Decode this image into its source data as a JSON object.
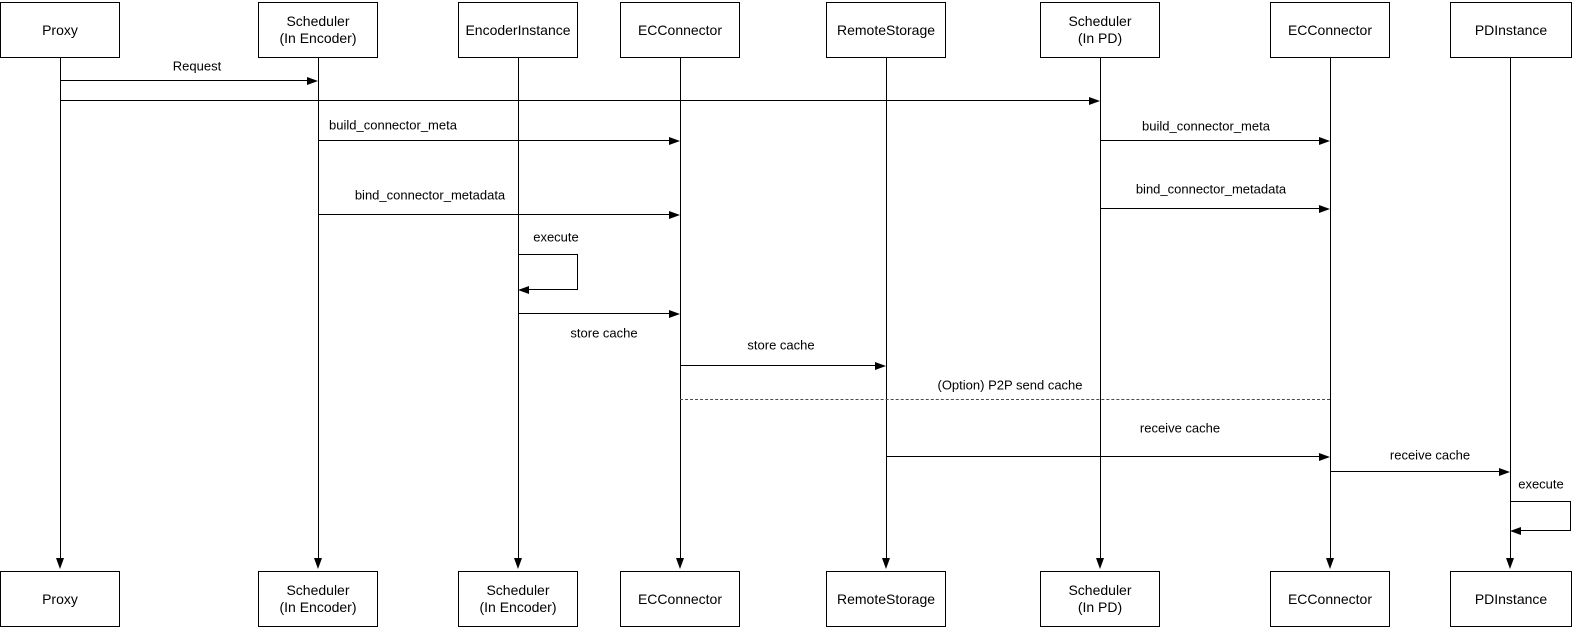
{
  "diagram": {
    "type": "sequence",
    "colors": {
      "background": "#ffffff",
      "line": "#000000",
      "box_fill": "#ffffff",
      "box_border": "#000000",
      "text": "#000000"
    },
    "participants": [
      {
        "id": "proxy",
        "top": {
          "line1": "Proxy"
        },
        "bottom": {
          "line1": "Proxy"
        }
      },
      {
        "id": "scheduler-encoder",
        "top": {
          "line1": "Scheduler",
          "line2": "(In Encoder)"
        },
        "bottom": {
          "line1": "Scheduler",
          "line2": "(In Encoder)"
        }
      },
      {
        "id": "encoder-instance",
        "top": {
          "line1": "EncoderInstance"
        },
        "bottom": {
          "line1": "Scheduler",
          "line2": "(In Encoder)"
        }
      },
      {
        "id": "ec-connector-1",
        "top": {
          "line1": "ECConnector"
        },
        "bottom": {
          "line1": "ECConnector"
        }
      },
      {
        "id": "remote-storage",
        "top": {
          "line1": "RemoteStorage"
        },
        "bottom": {
          "line1": "RemoteStorage"
        }
      },
      {
        "id": "scheduler-pd",
        "top": {
          "line1": "Scheduler",
          "line2": "(In PD)"
        },
        "bottom": {
          "line1": "Scheduler",
          "line2": "(In PD)"
        }
      },
      {
        "id": "ec-connector-2",
        "top": {
          "line1": "ECConnector"
        },
        "bottom": {
          "line1": "ECConnector"
        }
      },
      {
        "id": "pd-instance",
        "top": {
          "line1": "PDInstance"
        },
        "bottom": {
          "line1": "PDInstance"
        }
      }
    ],
    "messages": [
      {
        "from": "proxy",
        "to": "scheduler-encoder",
        "label": "Request",
        "style": "solid"
      },
      {
        "from": "proxy",
        "to": "scheduler-pd",
        "label": "",
        "style": "solid"
      },
      {
        "from": "scheduler-encoder",
        "to": "ec-connector-1",
        "label": "build_connector_meta",
        "style": "solid"
      },
      {
        "from": "scheduler-pd",
        "to": "ec-connector-2",
        "label": "build_connector_meta",
        "style": "solid"
      },
      {
        "from": "scheduler-encoder",
        "to": "ec-connector-1",
        "label": "bind_connector_metadata",
        "style": "solid"
      },
      {
        "from": "scheduler-pd",
        "to": "ec-connector-2",
        "label": "bind_connector_metadata",
        "style": "solid"
      },
      {
        "from": "encoder-instance",
        "to": "encoder-instance",
        "label": "execute",
        "style": "self-loop"
      },
      {
        "from": "encoder-instance",
        "to": "ec-connector-1",
        "label": "store cache",
        "style": "solid"
      },
      {
        "from": "ec-connector-1",
        "to": "remote-storage",
        "label": "store cache",
        "style": "solid"
      },
      {
        "from": "ec-connector-1",
        "to": "ec-connector-2",
        "label": "(Option) P2P send cache",
        "style": "dashed"
      },
      {
        "from": "remote-storage",
        "to": "ec-connector-2",
        "label": "receive cache",
        "style": "solid"
      },
      {
        "from": "ec-connector-2",
        "to": "pd-instance",
        "label": "receive cache",
        "style": "solid"
      },
      {
        "from": "pd-instance",
        "to": "pd-instance",
        "label": "execute",
        "style": "self-loop"
      }
    ]
  }
}
